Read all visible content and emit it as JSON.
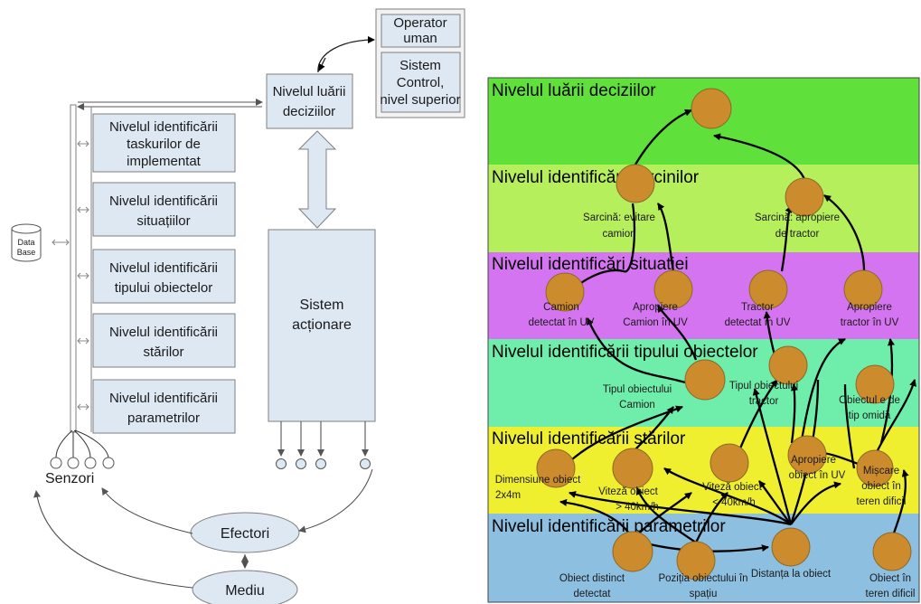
{
  "left_diagram": {
    "operator": {
      "line1": "Operator",
      "line2": "uman"
    },
    "sistem_control": {
      "line1": "Sistem",
      "line2": "Control,",
      "line3": "nivel superior"
    },
    "decision": {
      "line1": "Nivelul luării",
      "line2": "deciziilor"
    },
    "levels": [
      {
        "line1": "Nivelul identificării",
        "line2": "taskurilor de",
        "line3": "implementat"
      },
      {
        "line1": "Nivelul identificării",
        "line2": "situațiilor"
      },
      {
        "line1": "Nivelul identificării",
        "line2": "tipului obiectelor"
      },
      {
        "line1": "Nivelul identificării",
        "line2": "stărilor"
      },
      {
        "line1": "Nivelul identificării",
        "line2": "parametrilor"
      }
    ],
    "database": {
      "line1": "Data",
      "line2": "Base"
    },
    "actuation": {
      "line1": "Sistem",
      "line2": "acționare"
    },
    "senzori": "Senzori",
    "efectori": "Efectori",
    "mediu": "Mediu"
  },
  "right_diagram": {
    "bands": [
      {
        "label": "Nivelul luării deciziilor",
        "color": "#5fe03a"
      },
      {
        "label": "Nivelul identificări sarcinilor",
        "color": "#b6ef5c"
      },
      {
        "label": "Nivelul identificări situației",
        "color": "#d574f0"
      },
      {
        "label": "Nivelul identificării tipului obiectelor",
        "color": "#6fedaa"
      },
      {
        "label": "Nivelul identificării stărilor",
        "color": "#efef30"
      },
      {
        "label": "Nivelul identificării parametrilor",
        "color": "#8dbfe0"
      }
    ],
    "node_color": "#cc8b2c",
    "nodes": {
      "s1": {
        "line1": "Sarcină: evitare",
        "line2": "camion"
      },
      "s2": {
        "line1": "Sarcină: apropiere",
        "line2": "de tractor"
      },
      "sit1": {
        "line1": "Camion",
        "line2": "detectat în UV"
      },
      "sit2": {
        "line1": "Apropiere",
        "line2": "Camion în UV"
      },
      "sit3": {
        "line1": "Tractor",
        "line2": "detectat în UV"
      },
      "sit4": {
        "line1": "Apropiere",
        "line2": "tractor în UV"
      },
      "t1": {
        "line1": "Tipul obiectului",
        "line2": "Camion"
      },
      "t2": {
        "line1": "Tipul obiectului",
        "line2": "tractor"
      },
      "t3": {
        "line1": "Obiectul e de",
        "line2": "tip omidă"
      },
      "st1": {
        "line1": "Dimensiune obiect",
        "line2": "2x4m"
      },
      "st2": {
        "line1": "Viteză obiect",
        "line2": "> 40km/h"
      },
      "st3": {
        "line1": "Viteză obiect",
        "line2": "< 40km/h"
      },
      "st4": {
        "line1": "Apropiere",
        "line2": "obiect în UV"
      },
      "st5": {
        "line1": "Mișcare",
        "line2": "obiect în",
        "line3": "teren dificil"
      },
      "p1": {
        "line1": "Obiect distinct",
        "line2": "detectat"
      },
      "p2": {
        "line1": "Poziția obiectului în",
        "line2": "spațiu"
      },
      "p3": {
        "line1": "Distanța la obiect"
      },
      "p4": {
        "line1": "Obiect în",
        "line2": "teren dificil"
      }
    }
  }
}
